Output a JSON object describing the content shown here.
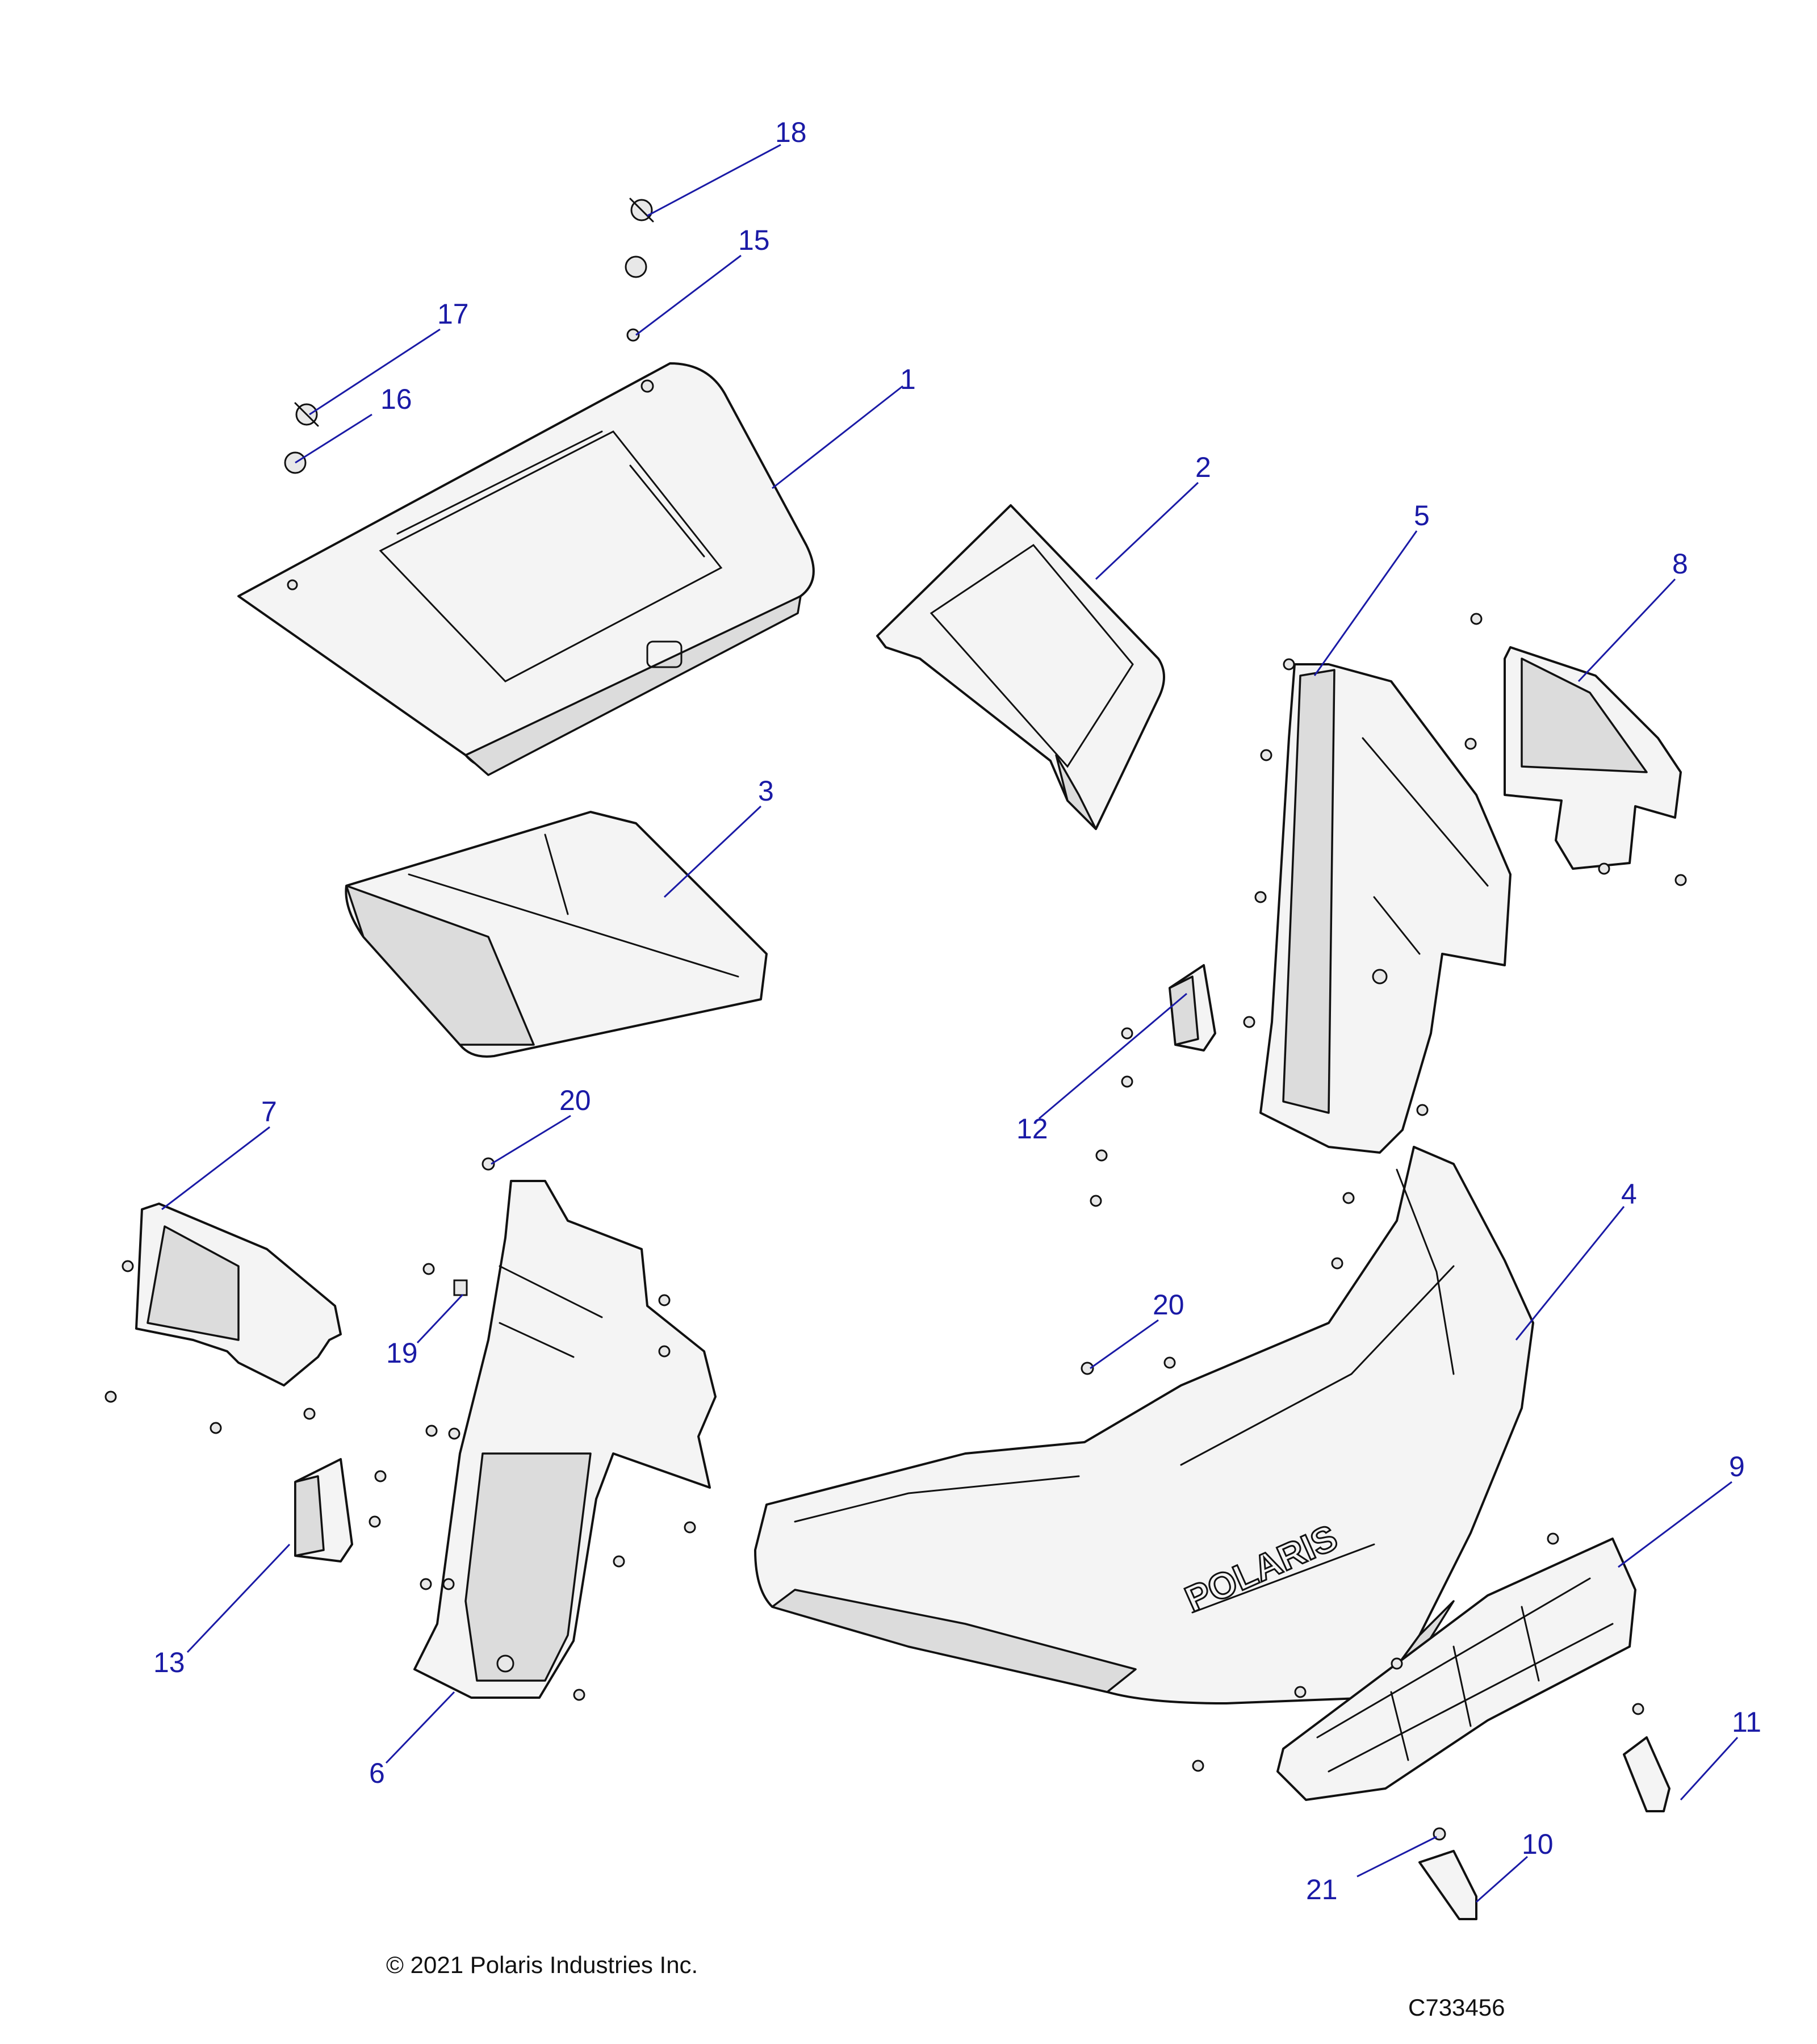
{
  "copyright": "© 2021 Polaris Industries Inc.",
  "drawing_number": "C733456",
  "callouts": [
    "1",
    "2",
    "3",
    "4",
    "5",
    "6",
    "7",
    "8",
    "9",
    "10",
    "11",
    "12",
    "13",
    "15",
    "16",
    "17",
    "18",
    "19",
    "20",
    "20",
    "21"
  ]
}
